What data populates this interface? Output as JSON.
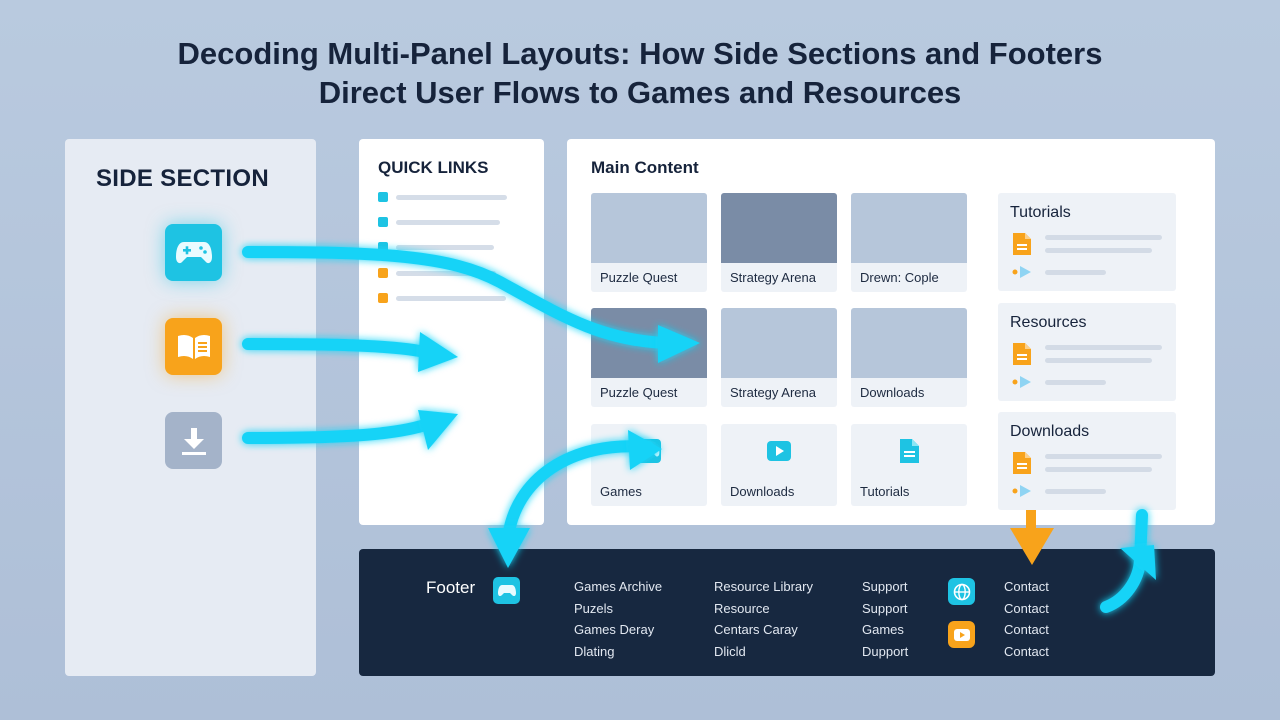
{
  "title": {
    "line1": "Decoding Multi-Panel Layouts: How Side Sections and Footers",
    "line2": "Direct User Flows to Games and Resources"
  },
  "side_section": {
    "title": "SIDE SECTION",
    "icons": [
      "gamepad-icon",
      "book-icon",
      "download-icon"
    ]
  },
  "quick_links": {
    "title": "QUICK LINKS",
    "items": [
      {
        "color": "#1ec3e3"
      },
      {
        "color": "#1ec3e3"
      },
      {
        "color": "#1ec3e3"
      },
      {
        "color": "#f8a31b"
      },
      {
        "color": "#f8a31b"
      }
    ]
  },
  "main_content": {
    "title": "Main Content",
    "cards": [
      "Puzzle Quest",
      "Strategy Arena",
      "Drewn: Cople",
      "Puzzle Quest",
      "Strategy Arena",
      "Downloads",
      "Games",
      "Downloads",
      "Tutorials"
    ],
    "resources": [
      "Tutorials",
      "Resources",
      "Downloads"
    ]
  },
  "footer": {
    "title": "Footer",
    "col1": [
      "Games Archive",
      "Puzels",
      "Games Deray",
      "Dlating"
    ],
    "col2": [
      "Resource Library",
      "Resource",
      "Centars Caray",
      "Dlicld"
    ],
    "col3": [
      "Support",
      "Support",
      "Games",
      "Dupport"
    ],
    "col4": [
      "Contact",
      "Contact",
      "Contact",
      "Contact"
    ]
  },
  "colors": {
    "accent_cyan": "#1ec3e3",
    "accent_orange": "#f8a31b",
    "footer_bg": "#172840",
    "background": "#b4c5dc"
  }
}
